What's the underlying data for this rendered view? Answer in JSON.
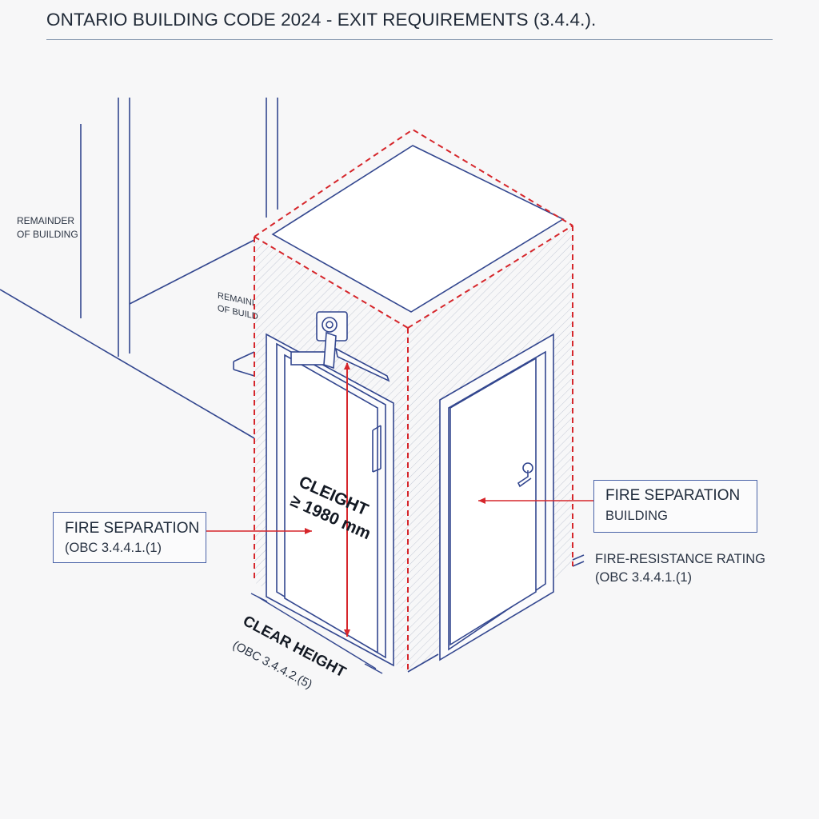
{
  "header": {
    "title": "ONTARIO BUILDING CODE 2024 - EXIT REQUIREMENTS (3.4.4.)."
  },
  "labels": {
    "remainder_outer_line1": "REMAINDER",
    "remainder_outer_line2": "OF BUILDING",
    "remainder_inner_line1": "REMAINI",
    "remainder_inner_line2": "OF BUILD",
    "clear_height_line1": "CLEIGHT",
    "clear_height_line2": "≥ 1980 mm",
    "floor_dim_title": "CLEAR HEIGHT",
    "floor_dim_ref": "(OBC 3.4.4.2.(5)"
  },
  "callouts": {
    "left": {
      "title": "FIRE SEPARATION",
      "ref": "(OBC 3.4.4.1.(1)"
    },
    "right": {
      "title": "FIRE SEPARATION",
      "sub": "BUILDING"
    },
    "rating": {
      "title": "FIRE-RESISTANCE RATING",
      "ref": "(OBC 3.4.4.1.(1)"
    }
  },
  "colors": {
    "line_blue": "#33478f",
    "fire_red": "#d6262b",
    "hatch": "#c3c9d6"
  },
  "icons": {
    "door_closer": "door-closer-icon",
    "lever_handle": "lever-handle-icon"
  }
}
